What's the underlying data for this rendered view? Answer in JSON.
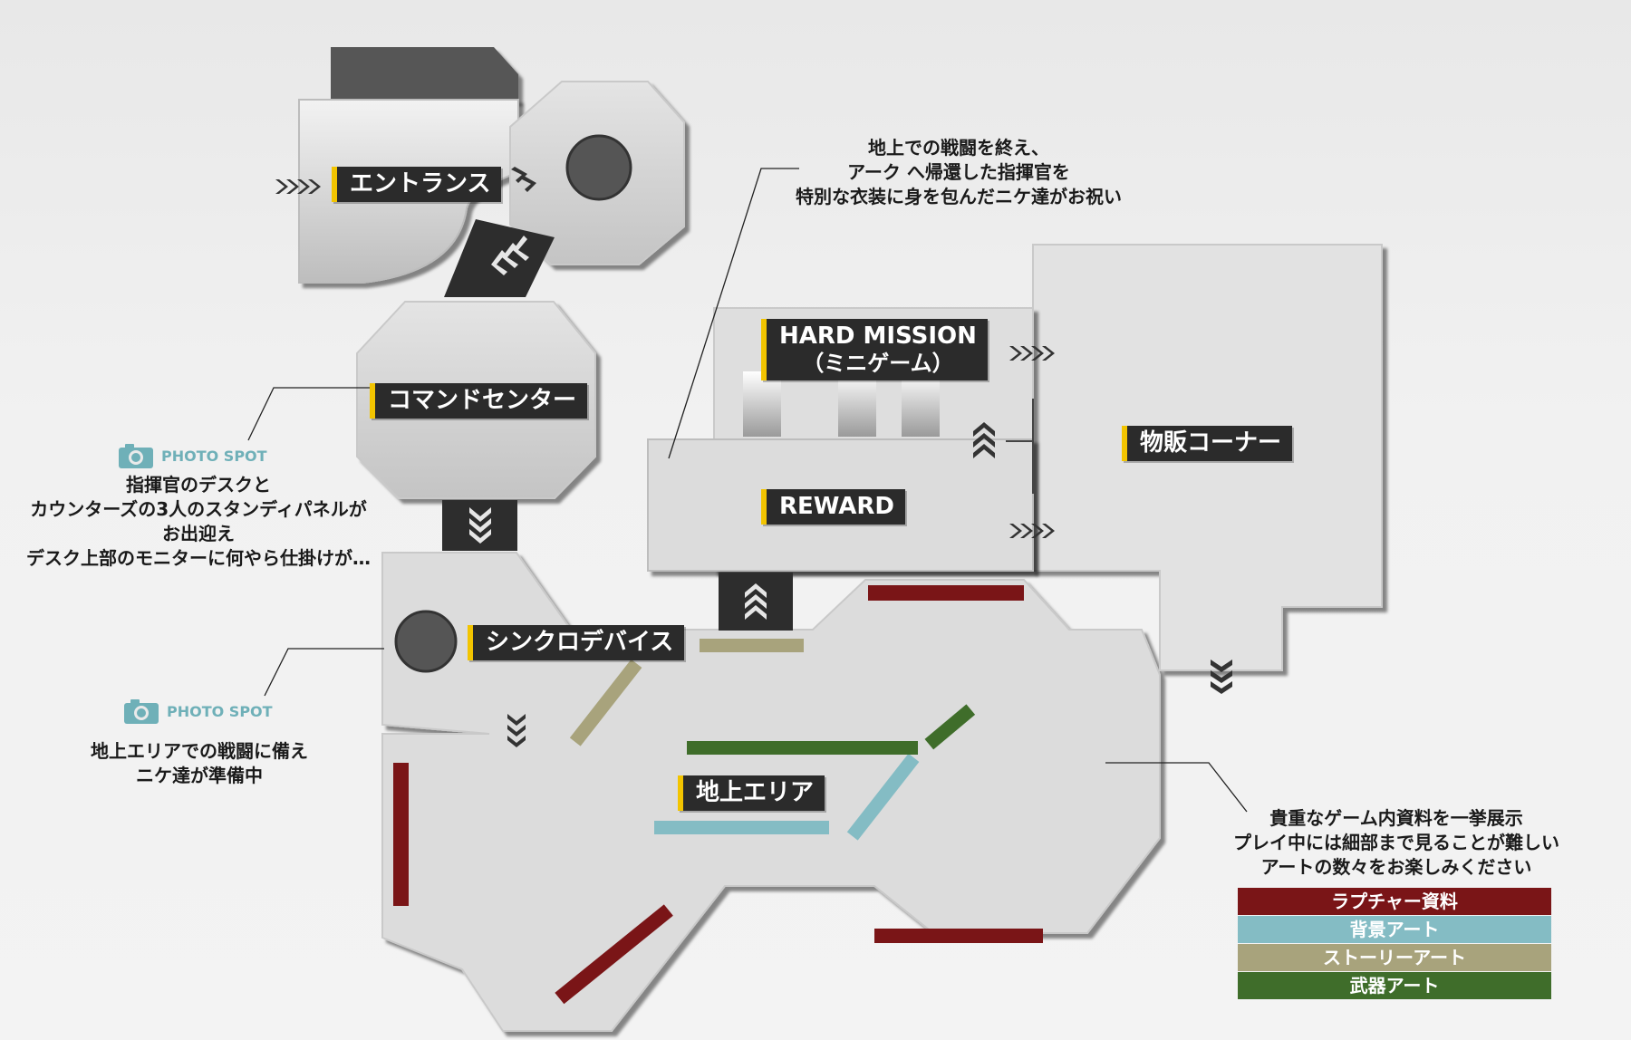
{
  "zones": {
    "entrance": "エントランス",
    "command_center": "コマンドセンター",
    "synchro_device": "シンクロデバイス",
    "hard_mission": "HARD MISSION",
    "hard_mission_sub": "（ミニゲーム）",
    "reward": "REWARD",
    "merch_corner": "物販コーナー",
    "ground_area": "地上エリア"
  },
  "notes": {
    "top": [
      "地上での戦闘を終え、",
      "アーク へ帰還した指揮官を",
      "特別な衣装に身を包んだニケ達がお祝い"
    ],
    "command_center": [
      "指揮官のデスクと",
      "カウンターズの3人のスタンディパネルが",
      "お出迎え",
      "デスク上部のモニターに何やら仕掛けが…"
    ],
    "synchro": [
      "地上エリアでの戦闘に備え",
      "ニケ達が準備中"
    ],
    "materials": [
      "貴重なゲーム内資料を一挙展示",
      "プレイ中には細部まで見ることが難しい",
      "アートの数々をお楽しみください"
    ]
  },
  "photo_spot_label": "PHOTO SPOT",
  "legend": [
    {
      "label": "ラプチャー資料",
      "color": "#7a1517"
    },
    {
      "label": "背景アート",
      "color": "#84bcc4"
    },
    {
      "label": "ストーリーアート",
      "color": "#a8a37c"
    },
    {
      "label": "武器アート",
      "color": "#3f6d2a"
    }
  ],
  "colors": {
    "floor": "#e0e0e0",
    "dark": "#2d2d2d",
    "accent": "#f2c400"
  }
}
